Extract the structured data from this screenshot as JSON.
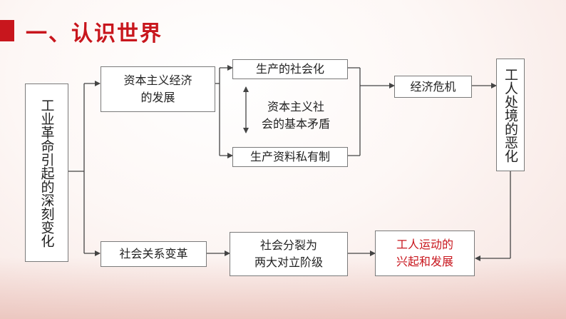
{
  "title": "一、认识世界",
  "nodes": {
    "industrial": "工业革命引起的深刻变化",
    "capitalism_line1": "资本主义经济",
    "capitalism_line2": "的发展",
    "socialization": "生产的社会化",
    "contradiction_line1": "资本主义社",
    "contradiction_line2": "会的基本矛盾",
    "private": "生产资料私有制",
    "crisis": "经济危机",
    "worsening": "工人处境的恶化",
    "social_change": "社会关系变革",
    "split_line1": "社会分裂为",
    "split_line2": "两大对立阶级",
    "movement_line1": "工人运动的",
    "movement_line2": "兴起和发展"
  },
  "colors": {
    "accent": "#c8161d",
    "line": "#444444"
  }
}
